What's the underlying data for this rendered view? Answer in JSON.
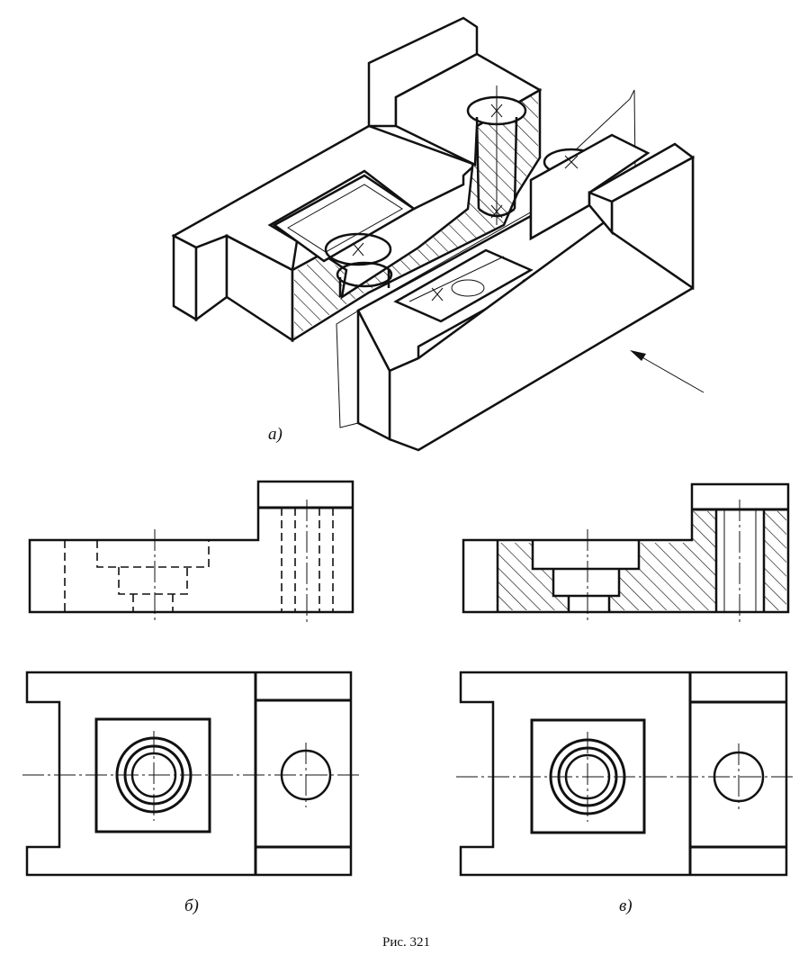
{
  "labels": {
    "view_a": "а)",
    "view_b": "б)",
    "view_v": "в)"
  },
  "caption": "Рис. 321",
  "colors": {
    "ink": "#111111",
    "paper": "#ffffff"
  }
}
